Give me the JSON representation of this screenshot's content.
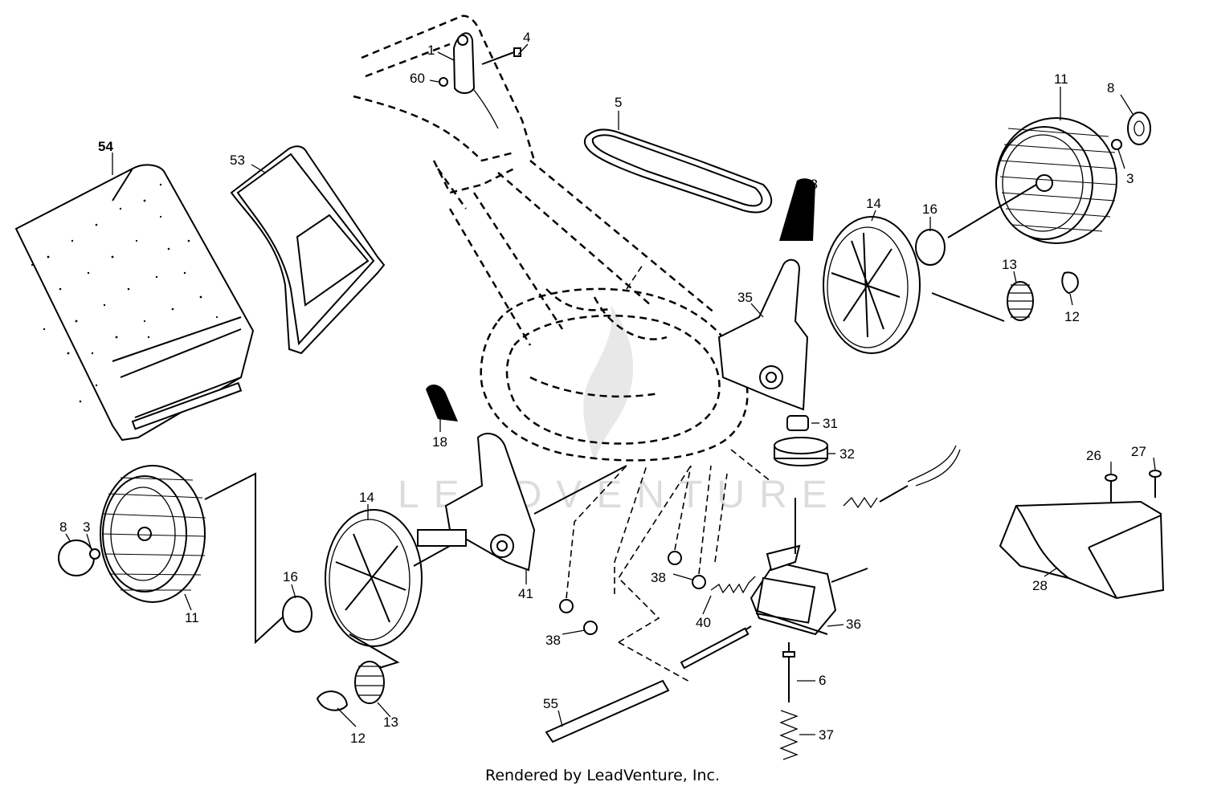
{
  "footer": {
    "credit": "Rendered by LeadVenture, Inc."
  },
  "watermark": {
    "text": "LEADVENTURE"
  },
  "callouts": [
    {
      "id": "c54",
      "label": "54"
    },
    {
      "id": "c53",
      "label": "53"
    },
    {
      "id": "c1",
      "label": "1"
    },
    {
      "id": "c4",
      "label": "4"
    },
    {
      "id": "c60",
      "label": "60"
    },
    {
      "id": "c5",
      "label": "5"
    },
    {
      "id": "c11a",
      "label": "11"
    },
    {
      "id": "c8a",
      "label": "8"
    },
    {
      "id": "c3a",
      "label": "3"
    },
    {
      "id": "c18a",
      "label": "18"
    },
    {
      "id": "c14a",
      "label": "14"
    },
    {
      "id": "c16a",
      "label": "16"
    },
    {
      "id": "c13a",
      "label": "13"
    },
    {
      "id": "c12a",
      "label": "12"
    },
    {
      "id": "c35",
      "label": "35"
    },
    {
      "id": "c31",
      "label": "31"
    },
    {
      "id": "c32",
      "label": "32"
    },
    {
      "id": "c18b",
      "label": "18"
    },
    {
      "id": "c14b",
      "label": "14"
    },
    {
      "id": "c41",
      "label": "41"
    },
    {
      "id": "c8b",
      "label": "8"
    },
    {
      "id": "c3b",
      "label": "3"
    },
    {
      "id": "c11b",
      "label": "11"
    },
    {
      "id": "c16b",
      "label": "16"
    },
    {
      "id": "c12b",
      "label": "12"
    },
    {
      "id": "c13b",
      "label": "13"
    },
    {
      "id": "c38a",
      "label": "38"
    },
    {
      "id": "c38b",
      "label": "38"
    },
    {
      "id": "c40",
      "label": "40"
    },
    {
      "id": "c36",
      "label": "36"
    },
    {
      "id": "c6",
      "label": "6"
    },
    {
      "id": "c37",
      "label": "37"
    },
    {
      "id": "c55",
      "label": "55"
    },
    {
      "id": "c26",
      "label": "26"
    },
    {
      "id": "c27",
      "label": "27"
    },
    {
      "id": "c28",
      "label": "28"
    }
  ]
}
